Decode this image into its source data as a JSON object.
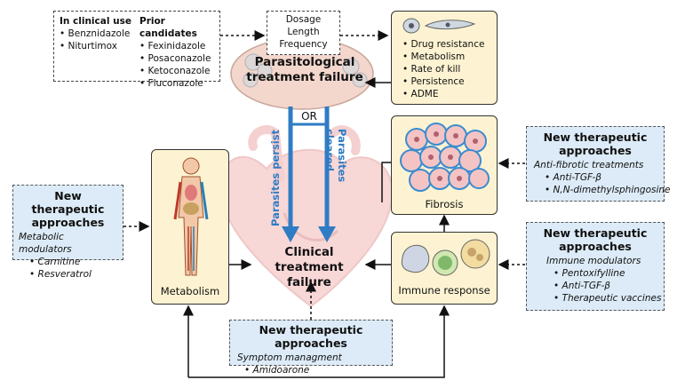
{
  "clinical_use": {
    "heading": "In clinical use",
    "items": [
      "Benznidazole",
      "Niturtimox"
    ]
  },
  "prior_candidates": {
    "heading": "Prior candidates",
    "items": [
      "Fexinidazole",
      "Posaconazole",
      "Ketoconazole",
      "Fluconazole"
    ]
  },
  "dosing": {
    "lines": [
      "Dosage",
      "Length",
      "Frequency"
    ]
  },
  "parasitological_failure": {
    "line1": "Parasitological",
    "line2": "treatment failure"
  },
  "drug_factors": {
    "items": [
      "Drug resistance",
      "Metabolism",
      "Rate of kill",
      "Persistence",
      "ADME"
    ]
  },
  "or_label": "OR",
  "parasites_persist": "Parasites persist",
  "parasites_cleared": "Parasites cleared",
  "clinical_failure": {
    "line1": "Clinical",
    "line2": "treatment failure"
  },
  "metabolism_box": {
    "label": "Metabolism"
  },
  "fibrosis_box": {
    "label": "Fibrosis"
  },
  "immune_box": {
    "label": "Immune response"
  },
  "left_approaches": {
    "heading": "New therapeutic approaches",
    "subheading": "Metabolic modulators",
    "items": [
      "Carnitine",
      "Resveratrol"
    ]
  },
  "fibrosis_approaches": {
    "heading": "New therapeutic approaches",
    "subheading": "Anti-fibrotic treatments",
    "items": [
      "Anti-TGF-β",
      "N,N-dimethylsphingosine"
    ]
  },
  "immune_approaches": {
    "heading": "New therapeutic approaches",
    "subheading": "Immune modulators",
    "items": [
      "Pentoxifylline",
      "Anti-TGF-β",
      "Therapeutic vaccines"
    ]
  },
  "symptom_approaches": {
    "heading": "New therapeutic approaches",
    "subheading": "Symptom managment",
    "items": [
      "Amidoarone"
    ]
  },
  "colors": {
    "arrow_blue": "#2f7cc4",
    "box_yellow": "#fdf3d2",
    "box_blue": "#dcebf7",
    "heart_red": "#e88c8c"
  }
}
